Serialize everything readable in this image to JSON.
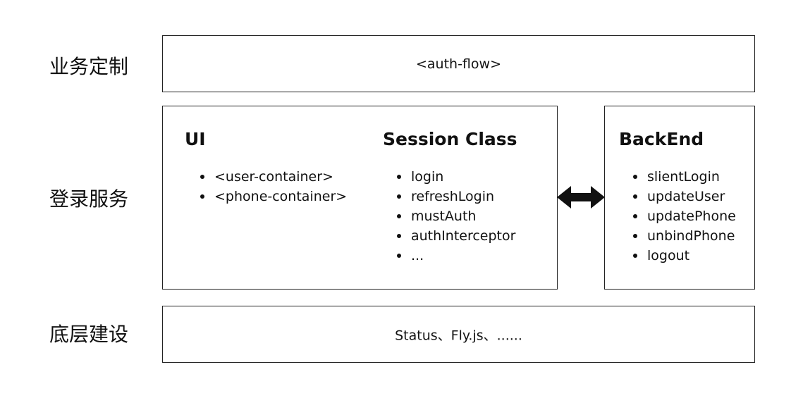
{
  "rows": {
    "business": {
      "label": "业务定制",
      "content": "<auth-flow>"
    },
    "login": {
      "label": "登录服务"
    },
    "base": {
      "label": "底层建设",
      "content": "Status、Fly.js、......"
    }
  },
  "ui": {
    "title": "UI",
    "items": [
      "<user-container>",
      "<phone-container>"
    ]
  },
  "session": {
    "title": "Session Class",
    "items": [
      "login",
      "refreshLogin",
      "mustAuth",
      "authInterceptor",
      "..."
    ]
  },
  "backend": {
    "title": "BackEnd",
    "items": [
      "slientLogin",
      "updateUser",
      "updatePhone",
      "unbindPhone",
      "logout"
    ]
  },
  "icons": {
    "connector": "double-arrow-icon"
  },
  "colors": {
    "stroke": "#222222",
    "text": "#111111",
    "background": "#ffffff"
  }
}
